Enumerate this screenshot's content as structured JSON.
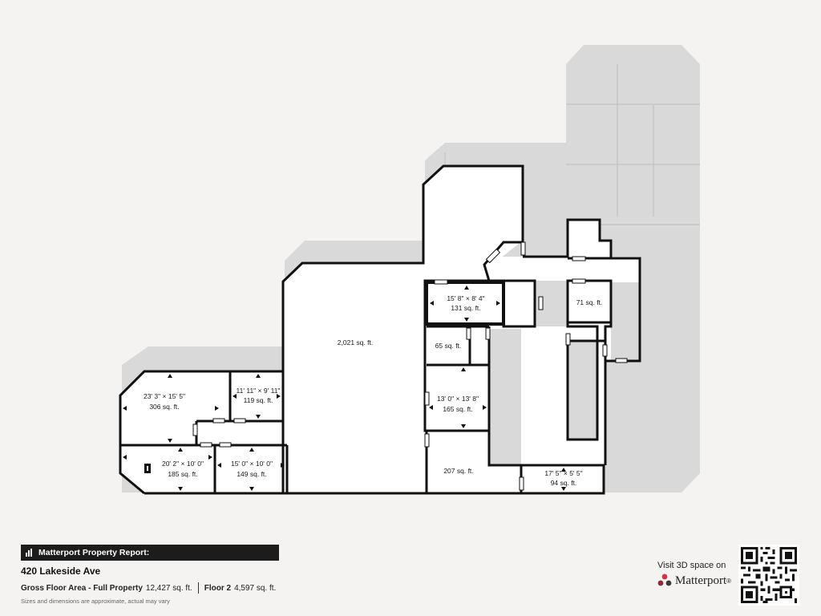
{
  "colors": {
    "background": "#f4f3f2",
    "ghost_floor": "#d9d9d9",
    "room_fill": "#ffffff",
    "wall": "#111111",
    "banner": "#1c1c1c",
    "logo_accent": "#d4314a"
  },
  "rooms": [
    {
      "id": "main-hall",
      "area": "2,021 sq. ft."
    },
    {
      "id": "room-a",
      "dims": "23' 3\" × 15' 5\"",
      "area": "306 sq. ft."
    },
    {
      "id": "room-b",
      "dims": "11' 11\" × 9' 11\"",
      "area": "119 sq. ft."
    },
    {
      "id": "room-c",
      "dims": "20' 2\" × 10' 0\"",
      "area": "185 sq. ft."
    },
    {
      "id": "room-d",
      "dims": "15' 0\" × 10' 0\"",
      "area": "149 sq. ft."
    },
    {
      "id": "room-e",
      "dims": "15' 8\" × 8' 4\"",
      "area": "131 sq. ft."
    },
    {
      "id": "room-f",
      "area": "65 sq. ft."
    },
    {
      "id": "room-g",
      "dims": "13' 0\" × 13' 8\"",
      "area": "165 sq. ft."
    },
    {
      "id": "room-h",
      "area": "207 sq. ft."
    },
    {
      "id": "room-i",
      "dims": "17' 5\" × 5' 5\"",
      "area": "94 sq. ft."
    },
    {
      "id": "room-j",
      "area": "71 sq. ft."
    }
  ],
  "footer": {
    "banner_title": "Matterport Property Report:",
    "address": "420 Lakeside Ave",
    "gross_label": "Gross Floor Area - Full Property",
    "gross_value": "12,427 sq. ft.",
    "floor_label": "Floor 2",
    "floor_value": "4,597 sq. ft.",
    "disclaimer": "Sizes and dimensions are approximate, actual may vary",
    "visit_text": "Visit 3D space on",
    "brand": "Matterport",
    "brand_suffix": "®"
  },
  "icons": {
    "banner": "bar-chart-icon",
    "logo": "matterport-logo-icon",
    "qr": "qr-code-icon"
  }
}
